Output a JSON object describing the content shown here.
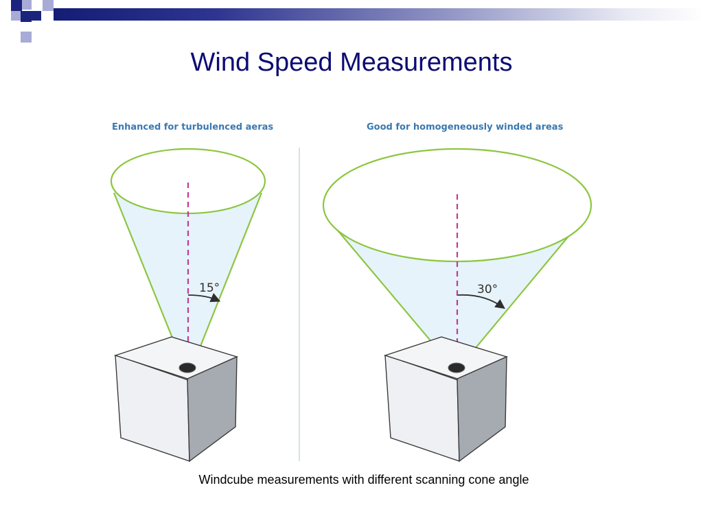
{
  "slide": {
    "title": "Wind Speed Measurements",
    "caption": "Windcube measurements with different scanning cone angle"
  },
  "panels": [
    {
      "heading": "Enhanced for turbulenced aeras",
      "angle_label": "15°"
    },
    {
      "heading": "Good for homogeneously winded areas",
      "angle_label": "30°"
    }
  ],
  "colors": {
    "title": "#0c0c73",
    "heading": "#3a78b0",
    "cone_outline": "#8cc63f",
    "cone_fill": "#e6f3fa",
    "axis": "#c13a97",
    "device_face": "#f1f2f5",
    "device_side": "#a6abb2",
    "decoration": "#1a237e"
  }
}
